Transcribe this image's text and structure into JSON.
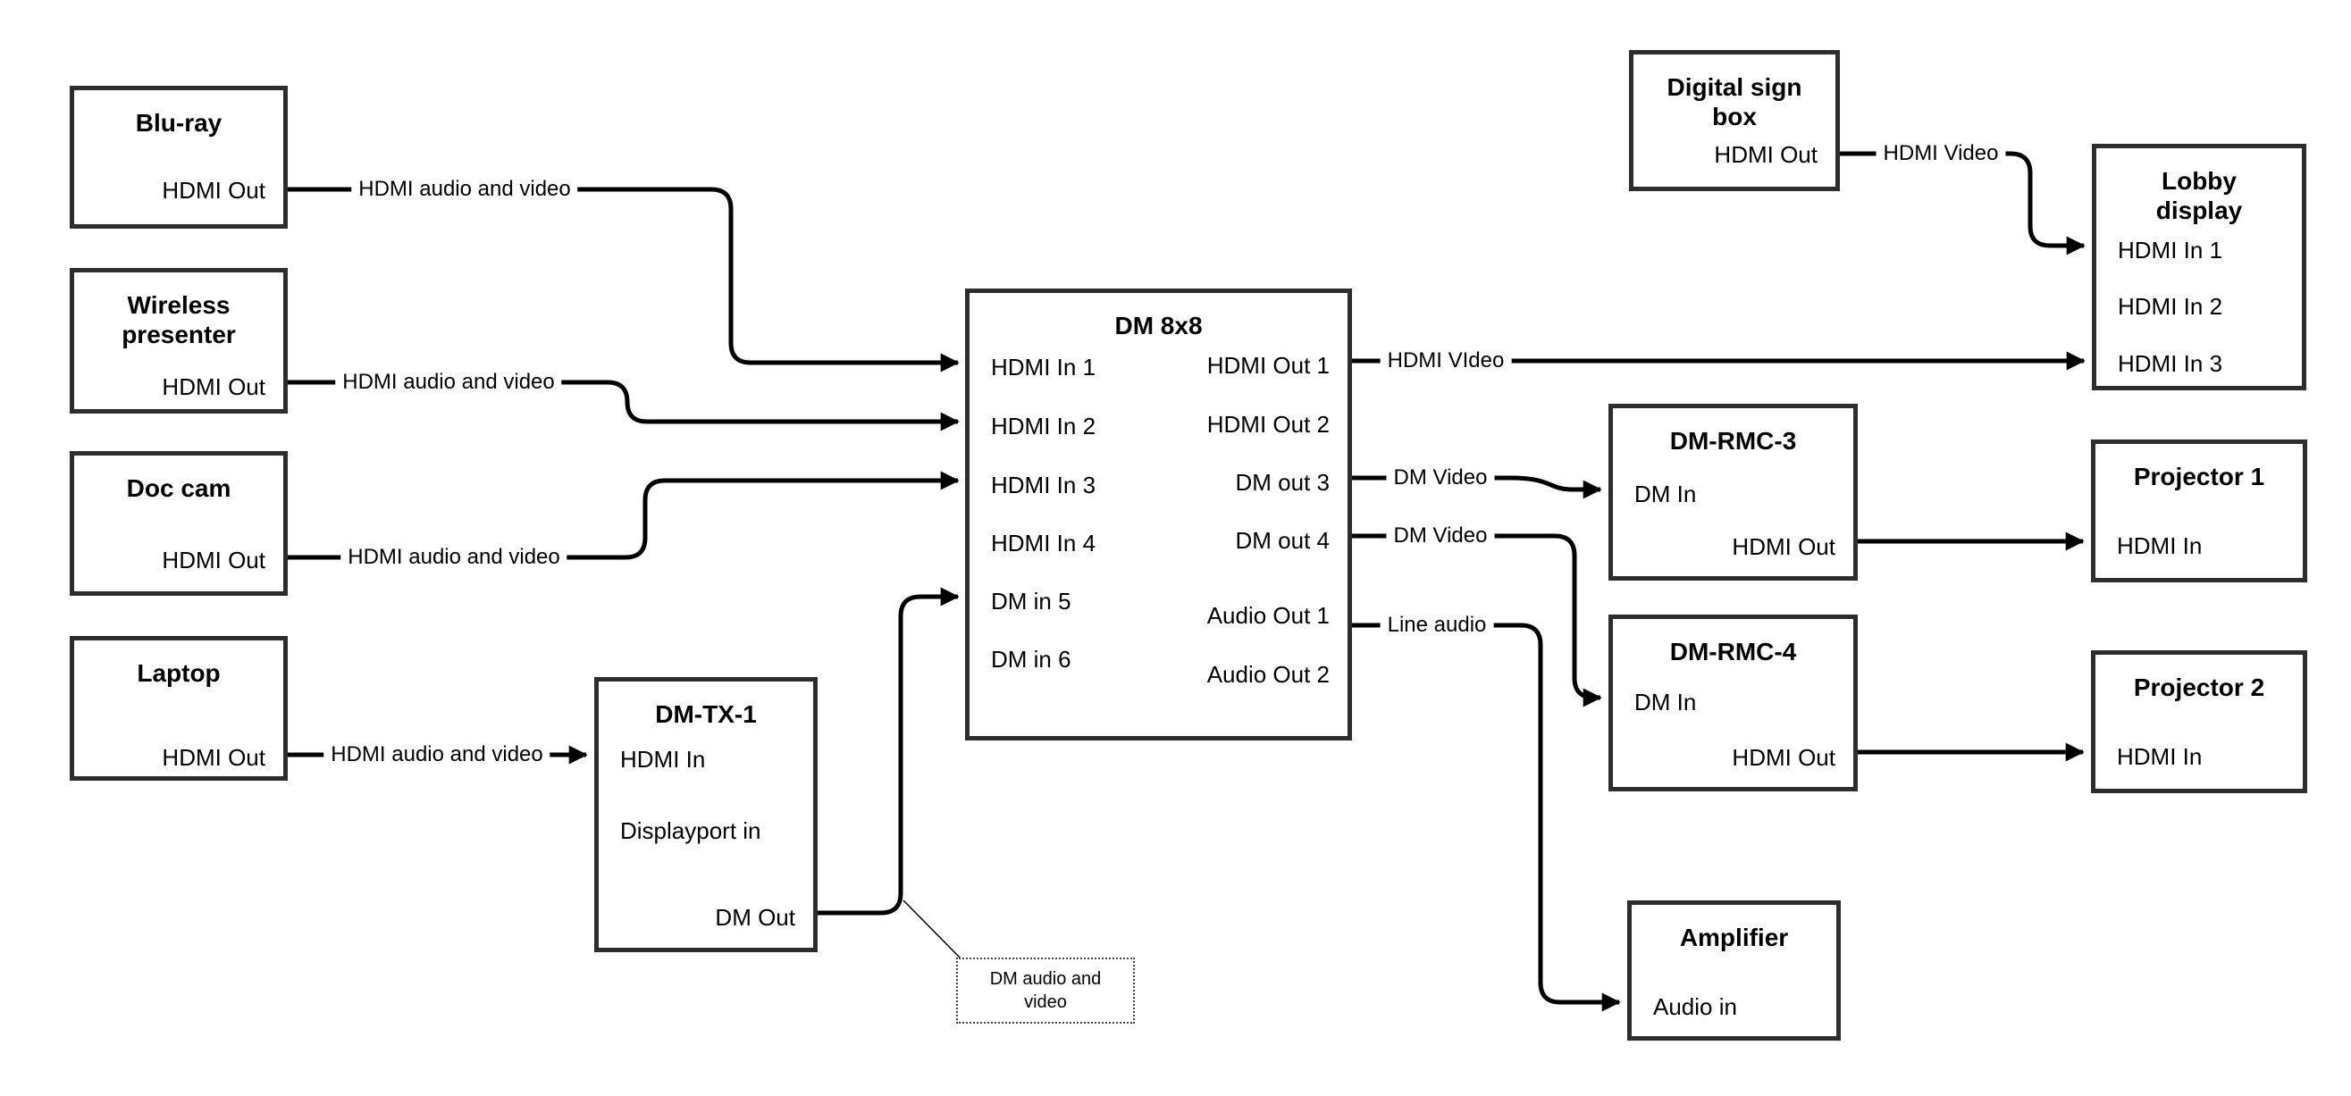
{
  "diagram": {
    "type": "av-signal-flow",
    "nodes": {
      "bluray": {
        "title": "Blu-ray",
        "ports": {
          "hdmi_out": "HDMI Out"
        }
      },
      "wireless": {
        "title": "Wireless presenter",
        "ports": {
          "hdmi_out": "HDMI Out"
        }
      },
      "doccam": {
        "title": "Doc cam",
        "ports": {
          "hdmi_out": "HDMI Out"
        }
      },
      "laptop": {
        "title": "Laptop",
        "ports": {
          "hdmi_out": "HDMI Out"
        }
      },
      "dmtx1": {
        "title": "DM-TX-1",
        "ports": {
          "hdmi_in": "HDMI In",
          "displayport_in": "Displayport in",
          "dm_out": "DM Out"
        }
      },
      "dm8x8": {
        "title": "DM 8x8",
        "ports": {
          "hdmi_in_1": "HDMI In 1",
          "hdmi_in_2": "HDMI In 2",
          "hdmi_in_3": "HDMI In 3",
          "hdmi_in_4": "HDMI In 4",
          "dm_in_5": "DM in 5",
          "dm_in_6": "DM in 6",
          "hdmi_out_1": "HDMI Out 1",
          "hdmi_out_2": "HDMI Out 2",
          "dm_out_3": "DM out 3",
          "dm_out_4": "DM out 4",
          "audio_out_1": "Audio Out 1",
          "audio_out_2": "Audio Out 2"
        }
      },
      "digital_sign": {
        "title": "Digital sign box",
        "ports": {
          "hdmi_out": "HDMI Out"
        }
      },
      "lobby": {
        "title": "Lobby display",
        "ports": {
          "hdmi_in_1": "HDMI In 1",
          "hdmi_in_2": "HDMI In 2",
          "hdmi_in_3": "HDMI In 3"
        }
      },
      "dmrmc3": {
        "title": "DM-RMC-3",
        "ports": {
          "dm_in": "DM In",
          "hdmi_out": "HDMI Out"
        }
      },
      "projector1": {
        "title": "Projector 1",
        "ports": {
          "hdmi_in": "HDMI In"
        }
      },
      "dmrmc4": {
        "title": "DM-RMC-4",
        "ports": {
          "dm_in": "DM In",
          "hdmi_out": "HDMI Out"
        }
      },
      "projector2": {
        "title": "Projector 2",
        "ports": {
          "hdmi_in": "HDMI In"
        }
      },
      "amplifier": {
        "title": "Amplifier",
        "ports": {
          "audio_in": "Audio in"
        }
      }
    },
    "edges": [
      {
        "from": "bluray.hdmi_out",
        "to": "dm8x8.hdmi_in_1",
        "label": "HDMI audio and video"
      },
      {
        "from": "wireless.hdmi_out",
        "to": "dm8x8.hdmi_in_2",
        "label": "HDMI audio and video"
      },
      {
        "from": "doccam.hdmi_out",
        "to": "dm8x8.hdmi_in_3",
        "label": "HDMI audio and video"
      },
      {
        "from": "laptop.hdmi_out",
        "to": "dmtx1.hdmi_in",
        "label": "HDMI audio and video"
      },
      {
        "from": "dmtx1.dm_out",
        "to": "dm8x8.dm_in_5",
        "label": ""
      },
      {
        "from": "dm8x8.hdmi_out_1",
        "to": "lobby.hdmi_in_3",
        "label": "HDMI VIdeo"
      },
      {
        "from": "digital_sign.hdmi_out",
        "to": "lobby.hdmi_in_1",
        "label": "HDMI Video"
      },
      {
        "from": "dm8x8.dm_out_3",
        "to": "dmrmc3.dm_in",
        "label": "DM Video"
      },
      {
        "from": "dm8x8.dm_out_4",
        "to": "dmrmc4.dm_in",
        "label": "DM Video"
      },
      {
        "from": "dm8x8.audio_out_1",
        "to": "amplifier.audio_in",
        "label": "Line audio"
      },
      {
        "from": "dmrmc3.hdmi_out",
        "to": "projector1.hdmi_in",
        "label": ""
      },
      {
        "from": "dmrmc4.hdmi_out",
        "to": "projector2.hdmi_in",
        "label": ""
      }
    ],
    "annotation": {
      "text": "DM audio and video",
      "attached_to": "dmtx1.dm_out → dm8x8.dm_in_5"
    },
    "colors": {
      "background": "#ffffff",
      "box_border": "#2d2d2d",
      "line": "#000000",
      "text": "#000000"
    }
  }
}
